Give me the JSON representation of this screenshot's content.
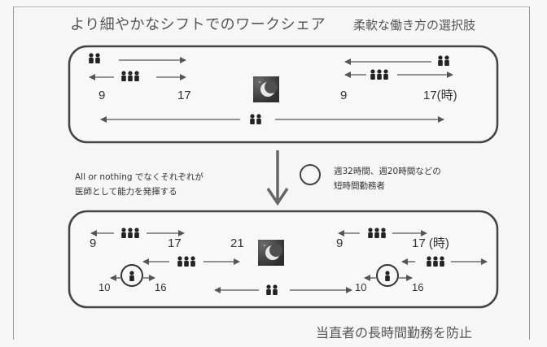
{
  "title": "より細やかなシフトでのワークシェア",
  "subtitle": "柔軟な働き方の選択肢",
  "middle_left_line1": "All or nothing でなくそれぞれが",
  "middle_left_line2": "医師として能力を発揮する",
  "middle_right_line1": "週32時間、週20時間などの",
  "middle_right_line2": "短時間勤務者",
  "footer": "当直者の長時間勤務を防止",
  "top_panel": {
    "left_start": "9",
    "left_end": "17",
    "right_start": "9",
    "right_end": "17(時)"
  },
  "bottom_panel": {
    "left_start": "9",
    "left_end": "17",
    "left_night": "21",
    "right_start": "9",
    "right_end": "17 (時)",
    "left_short_start": "10",
    "left_short_end": "16",
    "right_short_start": "10",
    "right_short_end": "16"
  },
  "colors": {
    "panel_border": "#444444",
    "arrow": "#555555",
    "figure": "#222222",
    "moon_bg": "#4a4a4a",
    "moon": "#e8e8e8"
  },
  "icons": [
    "person-icon",
    "moon-icon",
    "circle-icon",
    "down-arrow-icon"
  ]
}
